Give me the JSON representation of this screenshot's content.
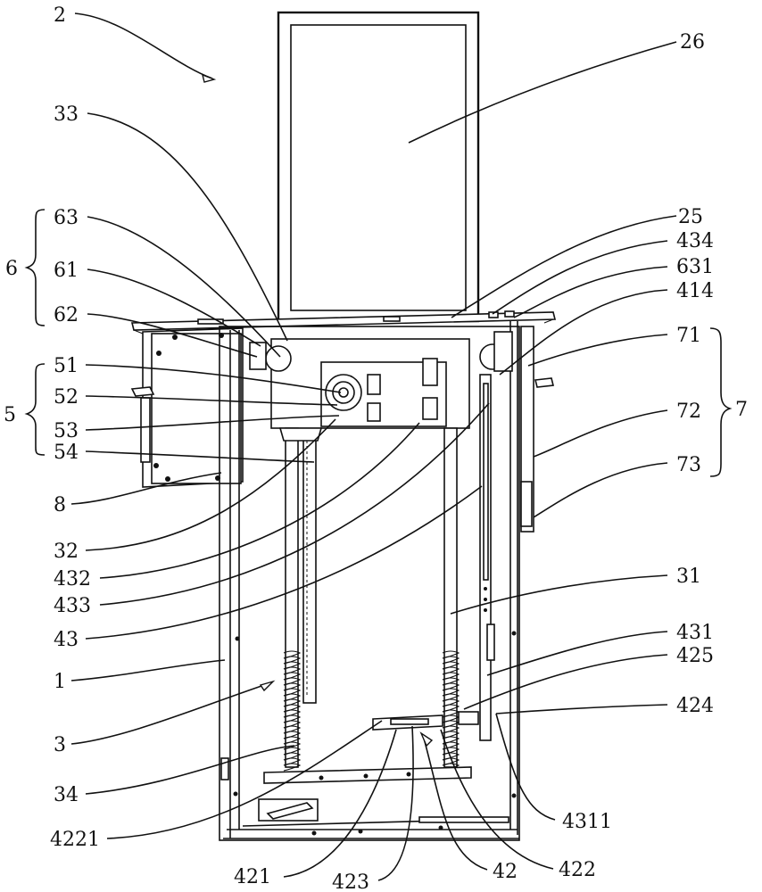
{
  "figure": {
    "description": "Patent drawing of a lifting display mechanism with numbered reference leaders",
    "background": "#ffffff",
    "ink": "#111111"
  },
  "labels": {
    "l2": "2",
    "l26": "26",
    "l33": "33",
    "l25": "25",
    "l434": "434",
    "l631": "631",
    "l414": "414",
    "l6": "6",
    "l63": "63",
    "l61": "61",
    "l62": "62",
    "l5": "5",
    "l51": "51",
    "l52": "52",
    "l53": "53",
    "l54": "54",
    "l7": "7",
    "l71": "71",
    "l72": "72",
    "l73": "73",
    "l8": "8",
    "l32": "32",
    "l432": "432",
    "l433": "433",
    "l43": "43",
    "l31": "31",
    "l431": "431",
    "l425": "425",
    "l424": "424",
    "l1": "1",
    "l3": "3",
    "l34": "34",
    "l4311": "4311",
    "l4221": "4221",
    "l421": "421",
    "l423": "423",
    "l42": "42",
    "l422": "422"
  },
  "groups": {
    "group6": [
      "63",
      "61",
      "62"
    ],
    "group5": [
      "51",
      "52",
      "53",
      "54"
    ],
    "group7": [
      "71",
      "72",
      "73"
    ]
  }
}
